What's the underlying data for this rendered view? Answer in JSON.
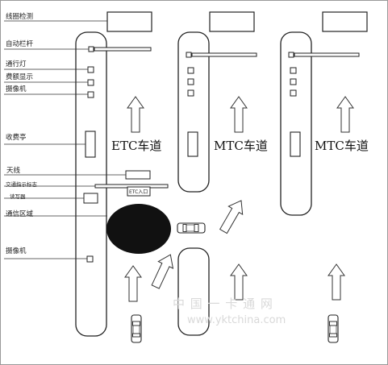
{
  "left_labels": {
    "detector": "线圈检测",
    "auto_barrier": "自动栏杆",
    "passage_light": "通行灯",
    "fee_display": "费额显示",
    "camera_top": "摄像机",
    "toll_booth": "收费亭",
    "antenna": "天线",
    "traffic_sign": "交通指示标志",
    "reader": "读写器",
    "comm_area": "通信区域",
    "camera_bottom": "摄像机"
  },
  "gantry_text": "ETC入口",
  "lanes": {
    "etc_label": "ETC车道",
    "mtc1_label": "MTC车道",
    "mtc2_label": "MTC车道"
  },
  "watermark": {
    "cn": "中 国 一 卡 通 网",
    "url": "www.yktchina.com"
  },
  "colors": {
    "line": "#222222",
    "background": "#ffffff",
    "watermark": "#d6d6d6"
  }
}
